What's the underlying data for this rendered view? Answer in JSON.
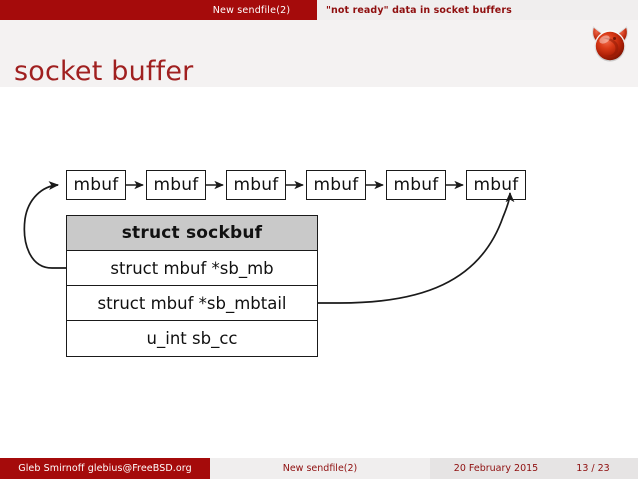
{
  "header": {
    "nav_section": "New sendfile(2)",
    "nav_subsection": "\"not ready\" data in socket buffers"
  },
  "slide": {
    "title": "socket buffer",
    "logo_icon": "freebsd-beastie-logo"
  },
  "diagram": {
    "mbuf_chain": [
      {
        "label": "mbuf"
      },
      {
        "label": "mbuf"
      },
      {
        "label": "mbuf"
      },
      {
        "label": "mbuf"
      },
      {
        "label": "mbuf"
      },
      {
        "label": "mbuf"
      }
    ],
    "sockbuf": {
      "title": "struct sockbuf",
      "fields": [
        "struct mbuf *sb_mb",
        "struct mbuf *sb_mbtail",
        "u_int sb_cc"
      ]
    },
    "pointers": [
      {
        "from": "sb_mb",
        "to": "mbuf-1",
        "icon": "curved-arrow-left"
      },
      {
        "from": "sb_mbtail",
        "to": "mbuf-6",
        "icon": "curved-arrow-right"
      }
    ]
  },
  "footer": {
    "author": "Gleb Smirnoff glebius@FreeBSD.org",
    "presentation": "New sendfile(2)",
    "date": "20 February 2015",
    "page": "13 / 23"
  },
  "colors": {
    "brand_red": "#a50b0b",
    "title_red": "#a02020",
    "text_red": "#8f0f0f",
    "band_gray": "#f4f2f2",
    "strip_gray": "#f0eeee",
    "table_head_gray": "#c9c9c9",
    "ink": "#111111"
  }
}
